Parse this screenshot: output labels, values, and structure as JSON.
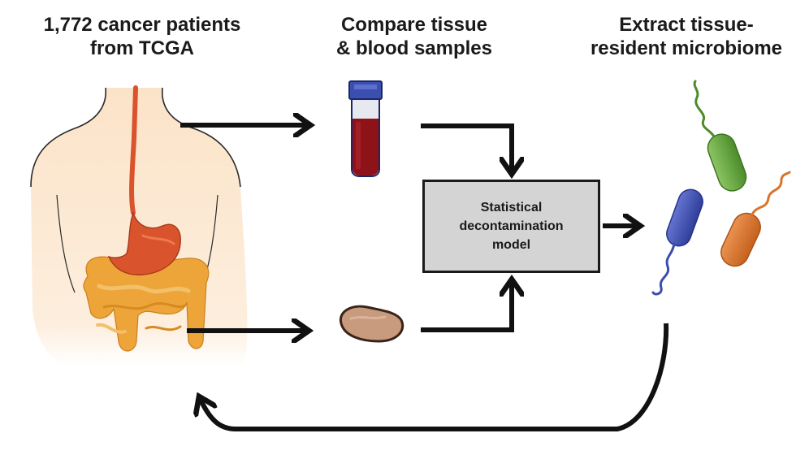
{
  "headings": {
    "patients": [
      "1,772 cancer patients",
      "from TCGA"
    ],
    "compare": [
      "Compare tissue",
      "& blood samples"
    ],
    "extract": [
      "Extract tissue-",
      "resident microbiome"
    ]
  },
  "model": {
    "lines": [
      "Statistical",
      "decontamination",
      "model"
    ]
  },
  "colors": {
    "arrow": "#111111",
    "body_skin": "#fbe6cf",
    "stomach": "#d9542c",
    "intestine": "#eda53a",
    "blood": "#8d1318",
    "tube_cap": "#3b4fae",
    "tissue": "#c89a7e",
    "bacterium_green": "#5fa538",
    "bacterium_blue": "#4052b5",
    "bacterium_orange": "#d8742c",
    "model_box": "#d4d4d4"
  },
  "icons": [
    "human-torso-icon",
    "blood-tube-icon",
    "tissue-sample-icon",
    "green-bacterium-icon",
    "blue-bacterium-icon",
    "orange-bacterium-icon"
  ]
}
